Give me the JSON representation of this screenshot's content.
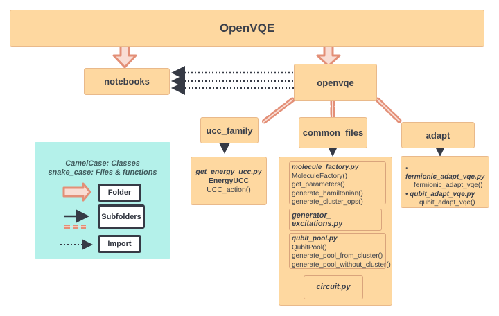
{
  "title": "OpenVQE",
  "nodes": {
    "notebooks": "notebooks",
    "openvqe": "openvqe",
    "ucc_family": "ucc_family",
    "common_files": "common_files",
    "adapt": "adapt"
  },
  "ucc_box": {
    "file": "get_energy_ucc.py",
    "class": "EnergyUCC",
    "function": "UCC_action()"
  },
  "common_box": {
    "molecule_factory": {
      "file": "molecule_factory.py",
      "items": [
        "MoleculeFactory()",
        "get_parameters()",
        "generate_hamiltonian()",
        "generate_cluster_ops()"
      ]
    },
    "generator_excitations": {
      "file": "generator_ excitations.py"
    },
    "qubit_pool": {
      "file": "qubit_pool.py",
      "items": [
        "QubitPool()",
        "generate_pool_from_cluster()",
        "generate_pool_without_cluster()"
      ]
    },
    "circuit": {
      "file": "circuit.py"
    }
  },
  "adapt_box": {
    "entries": [
      {
        "bullet": "•",
        "file": "fermionic_adapt_vqe.py",
        "function": "fermionic_adapt_vqe()"
      },
      {
        "bullet": "•",
        "file": "qubit_adapt_vqe.py",
        "function": "qubit_adapt_vqe()"
      }
    ]
  },
  "legend": {
    "line1": "CamelCase: Classes",
    "line2": "snake_case: Files & functions",
    "folder": "Folder",
    "subfolders": "Subfolders",
    "import": "Import"
  },
  "colors": {
    "box_fill": "#fed8a0",
    "box_border": "#e9b98a",
    "arrow_salmon": "#e38f77",
    "arrow_fill": "#f9ddd4",
    "dark": "#363a45",
    "legend_bg": "#b4f1ea"
  }
}
